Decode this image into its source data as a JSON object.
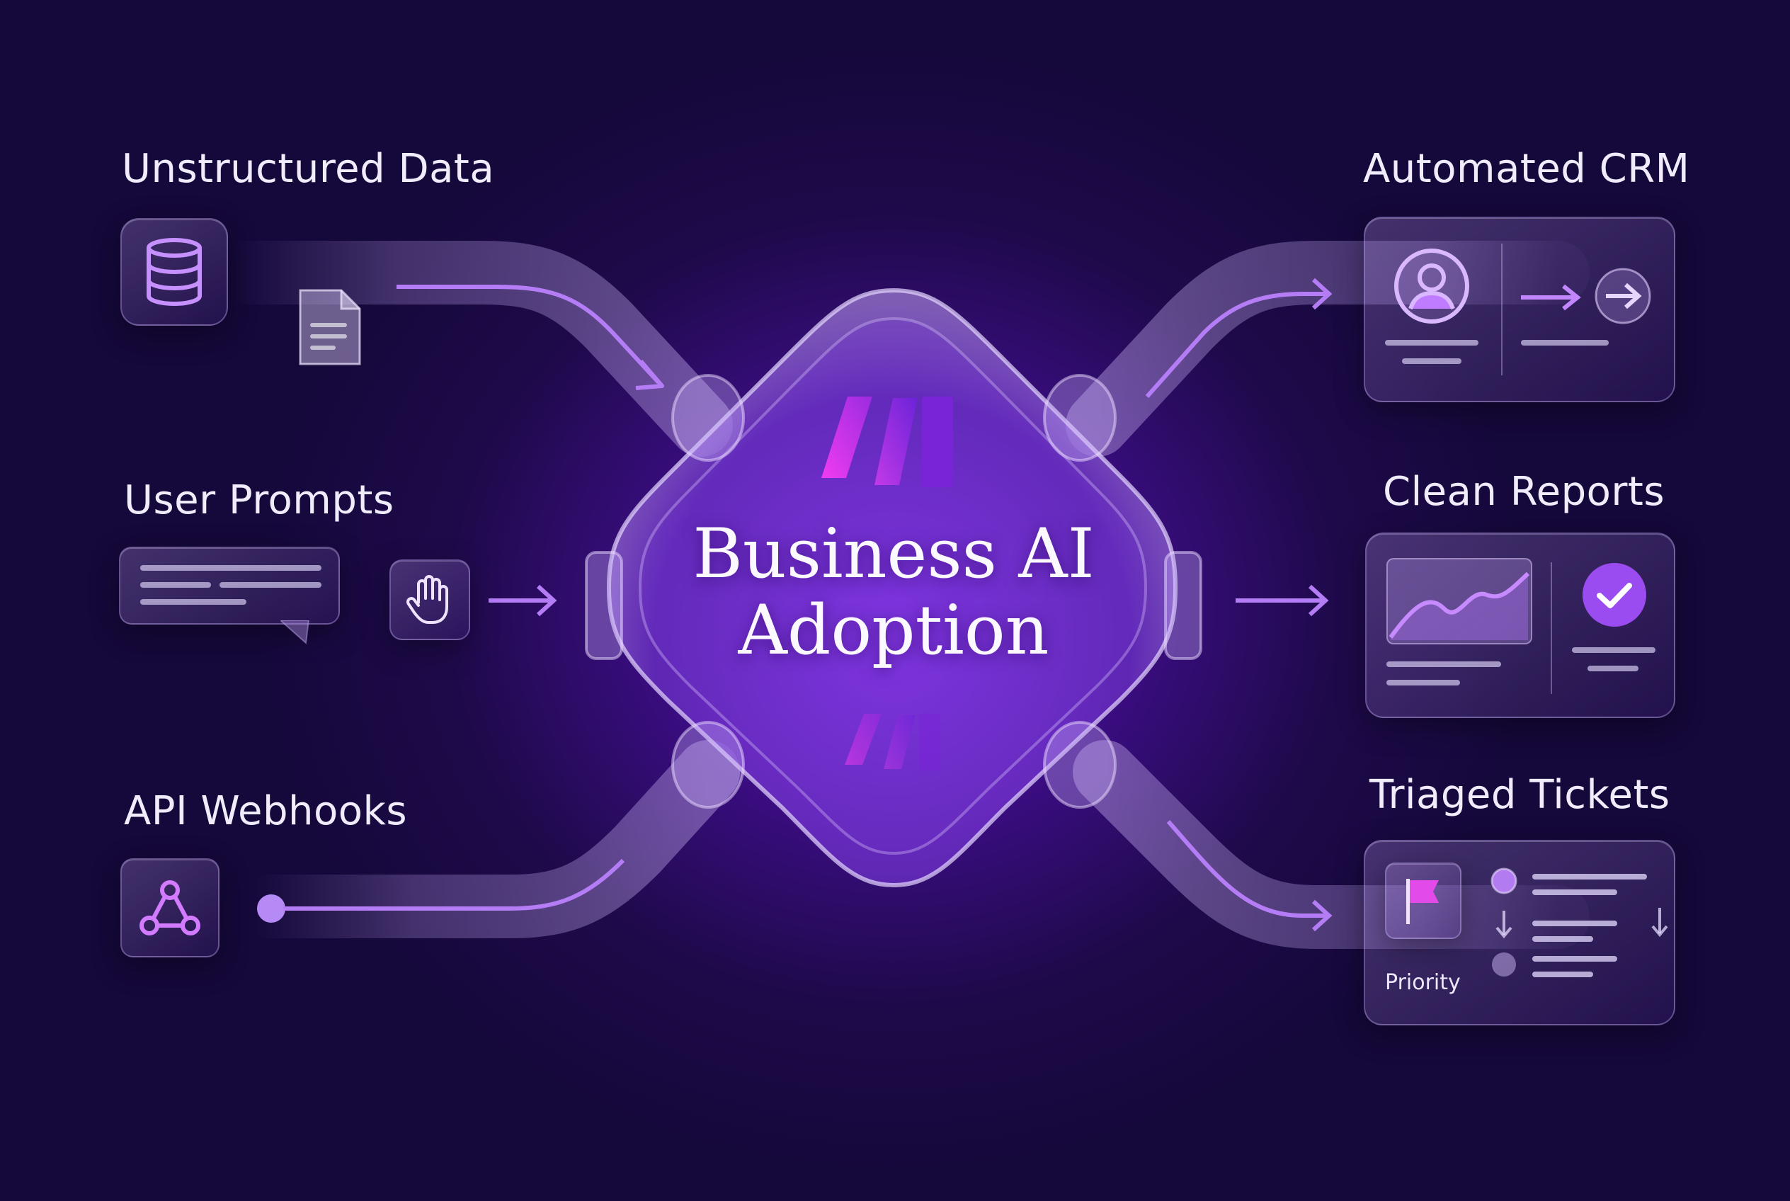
{
  "title_line1": "Business AI",
  "title_line2": "Adoption",
  "inputs": {
    "unstructured": "Unstructured Data",
    "prompts": "User Prompts",
    "webhooks": "API Webhooks"
  },
  "outputs": {
    "crm": "Automated CRM",
    "reports": "Clean Reports",
    "tickets": "Triaged Tickets",
    "priority_label": "Priority"
  },
  "colors": {
    "accent": "#b06cff",
    "magenta": "#d63cf2",
    "background": "#1e0a4a"
  }
}
